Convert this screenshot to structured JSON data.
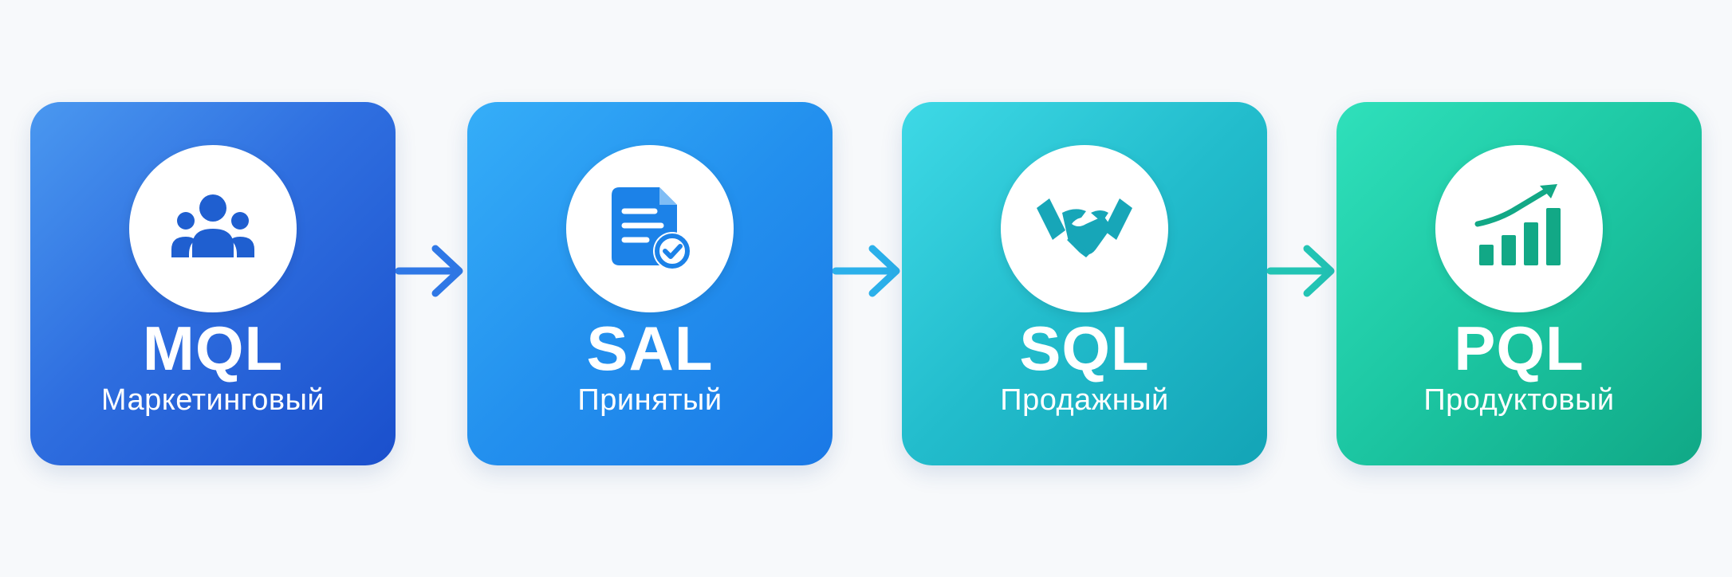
{
  "stages": [
    {
      "abbr": "MQL",
      "label": "Маркетинговый",
      "icon": "users-group-icon",
      "icon_color": "#1f5fd0"
    },
    {
      "abbr": "SAL",
      "label": "Принятый",
      "icon": "document-check-icon",
      "icon_color": "#1c82e8"
    },
    {
      "abbr": "SQL",
      "label": "Продажный",
      "icon": "handshake-icon",
      "icon_color": "#17a6b8"
    },
    {
      "abbr": "PQL",
      "label": "Продуктовый",
      "icon": "growth-chart-icon",
      "icon_color": "#12a886"
    }
  ],
  "arrows": [
    {
      "color": "#2f78e6"
    },
    {
      "color": "#2bb0ea"
    },
    {
      "color": "#22c4b4"
    }
  ]
}
